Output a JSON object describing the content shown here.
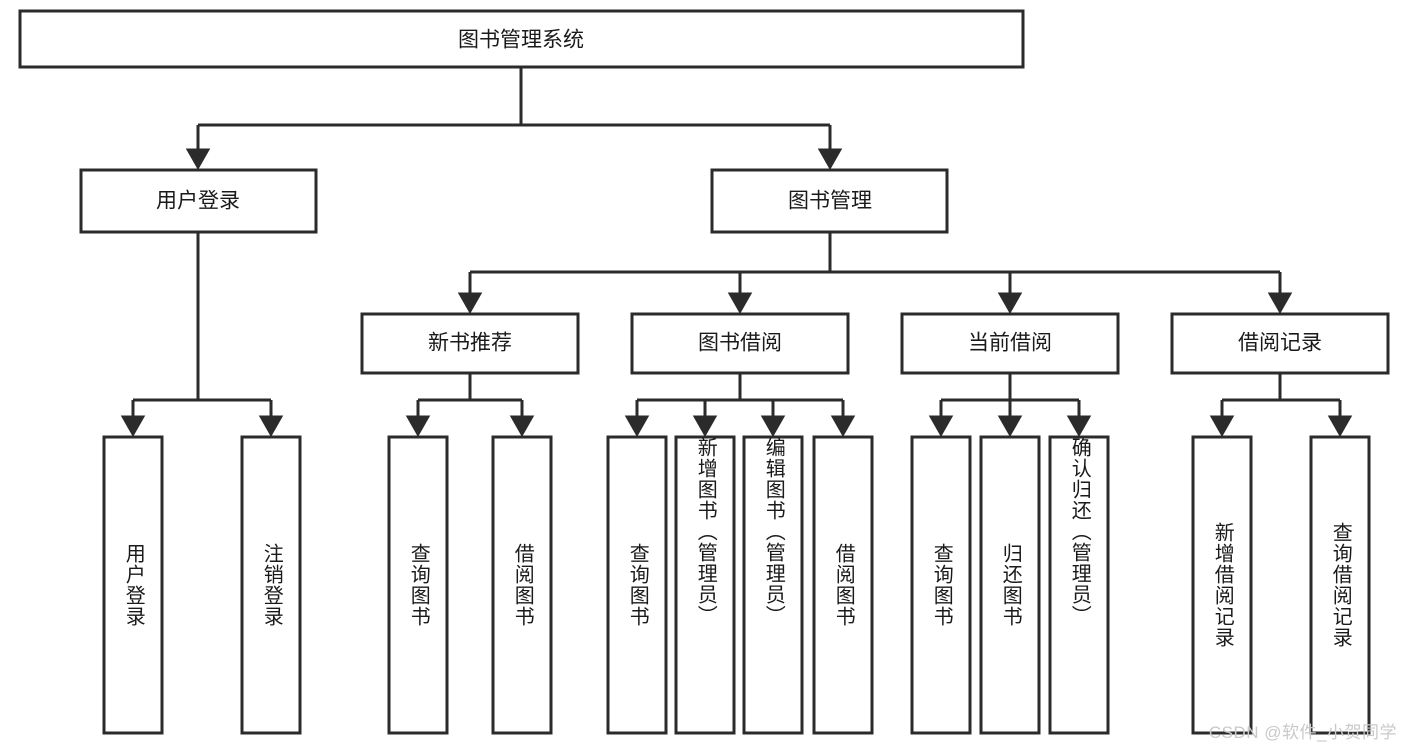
{
  "diagram": {
    "title": "图书管理系统",
    "type": "hierarchy-tree",
    "watermark": "CSDN @软件_小贺同学",
    "colors": {
      "stroke": "#2b2b2b",
      "fill": "#ffffff",
      "text": "#1a1a1a",
      "watermark": "#c9c9c9"
    },
    "root": {
      "label": "图书管理系统"
    },
    "level2": [
      {
        "label": "用户登录"
      },
      {
        "label": "图书管理"
      }
    ],
    "level3": [
      {
        "label": "新书推荐"
      },
      {
        "label": "图书借阅"
      },
      {
        "label": "当前借阅"
      },
      {
        "label": "借阅记录"
      }
    ],
    "leaves": {
      "user_login": [
        {
          "label": "用户登录"
        },
        {
          "label": "注销登录"
        }
      ],
      "new_book_recommend": [
        {
          "label": "查询图书"
        },
        {
          "label": "借阅图书"
        }
      ],
      "book_borrow": [
        {
          "label": "查询图书"
        },
        {
          "label": "新增图书（管理员）"
        },
        {
          "label": "编辑图书（管理员）"
        },
        {
          "label": "借阅图书"
        }
      ],
      "current_borrow": [
        {
          "label": "查询图书"
        },
        {
          "label": "归还图书"
        },
        {
          "label": "确认归还（管理员）"
        }
      ],
      "borrow_record": [
        {
          "label": "新增借阅记录"
        },
        {
          "label": "查询借阅记录"
        }
      ]
    }
  }
}
